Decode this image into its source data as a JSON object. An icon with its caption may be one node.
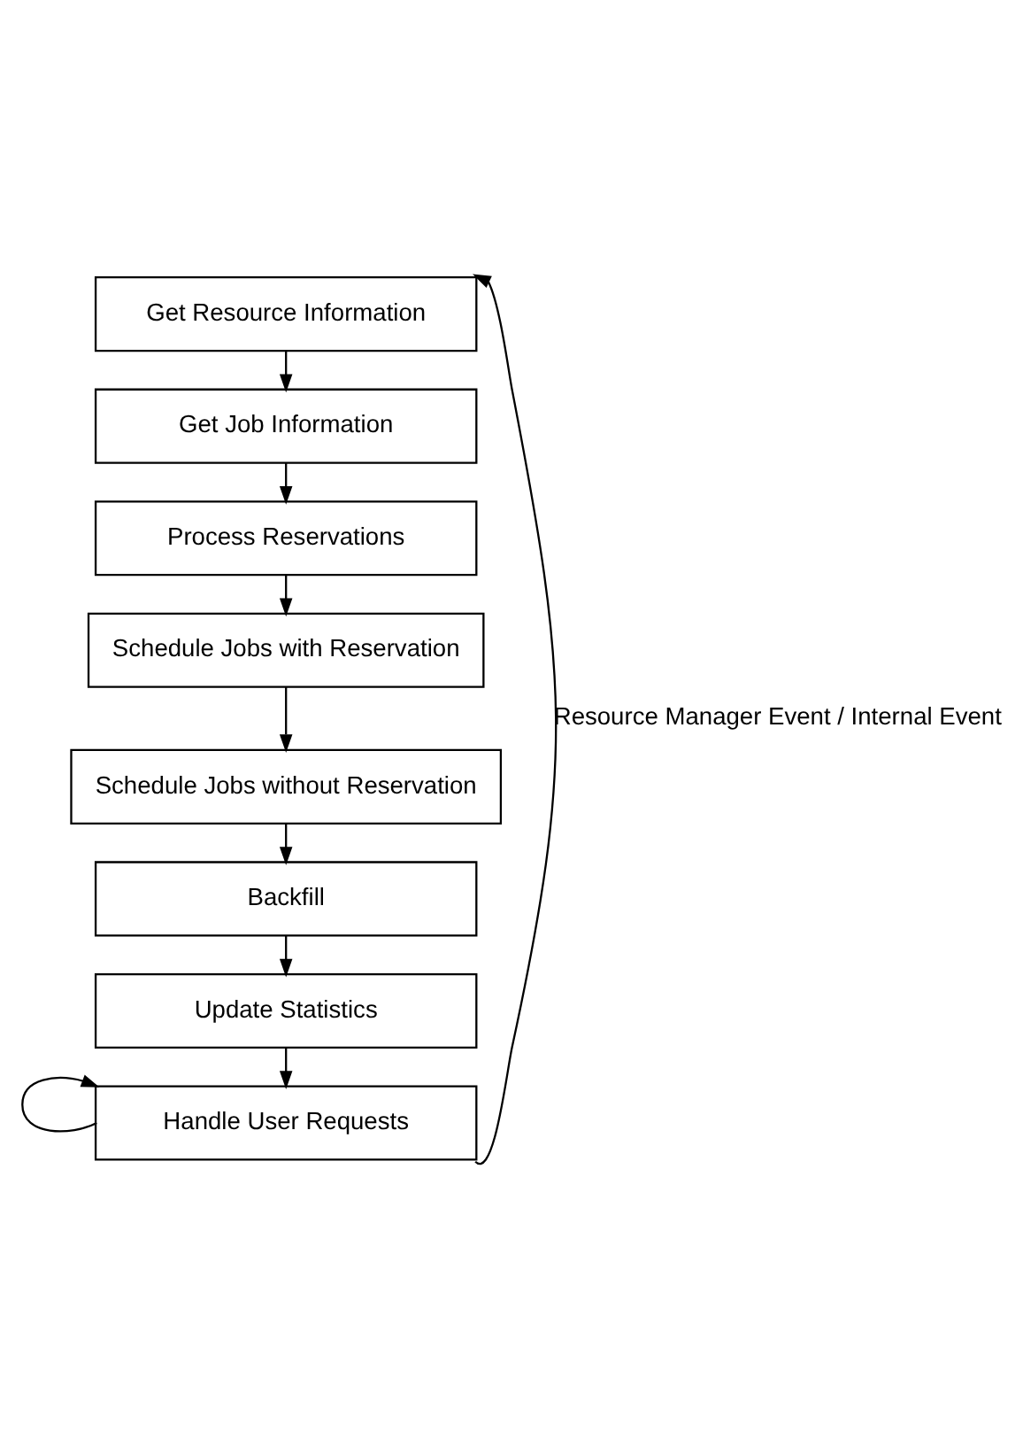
{
  "diagram": {
    "nodes": [
      {
        "text": [
          "Get Resource Information"
        ]
      },
      {
        "text": [
          "Get Job Information"
        ]
      },
      {
        "text": [
          "Process Reservations"
        ]
      },
      {
        "text": [
          "Schedule Jobs with Reservation"
        ]
      },
      {
        "text": [
          "Schedule Jobs without Reservation"
        ]
      },
      {
        "text": [
          "Backfill"
        ]
      },
      {
        "text": [
          "Update Statistics"
        ]
      },
      {
        "text": [
          "Handle User Requests"
        ]
      }
    ],
    "edges": [
      {
        "from": 0,
        "to": 1,
        "arrow": "to"
      },
      {
        "from": 1,
        "to": 2,
        "arrow": "to"
      },
      {
        "from": 2,
        "to": 3,
        "arrow": "to"
      },
      {
        "from": 3,
        "to": 4,
        "arrow": "to"
      },
      {
        "from": 4,
        "to": 5,
        "arrow": "to"
      },
      {
        "from": 5,
        "to": 6,
        "arrow": "to"
      },
      {
        "from": 6,
        "to": 7,
        "arrow": "to"
      },
      {
        "from": 7,
        "to": 7,
        "arrow": "to"
      },
      {
        "from": 7,
        "to": 0,
        "arrow": "to",
        "label": "Resource Manager Event / Internal Event"
      }
    ]
  }
}
